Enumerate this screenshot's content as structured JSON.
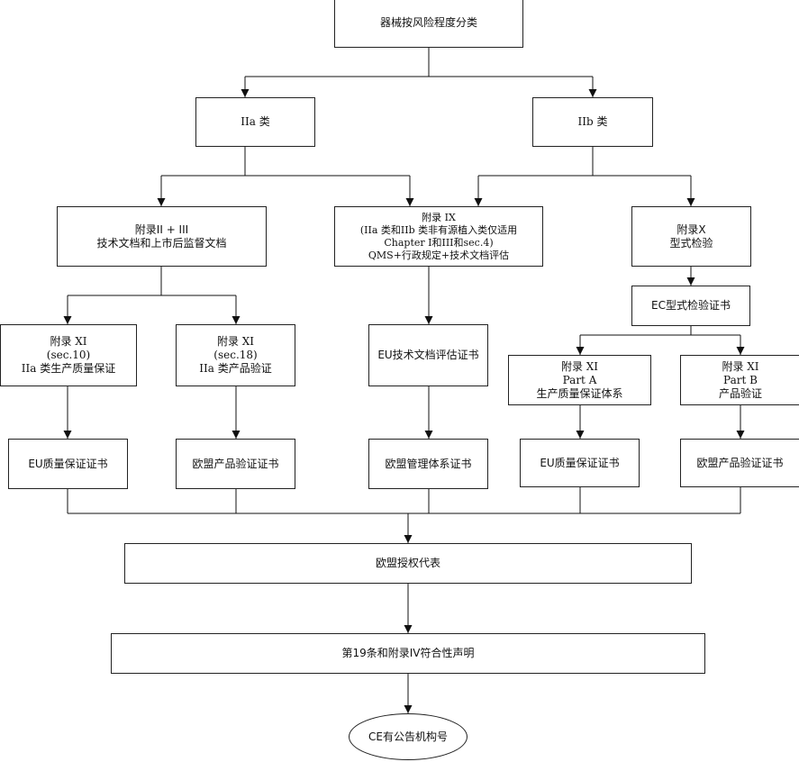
{
  "nodes": {
    "root": "器械按风险程度分类",
    "iia": "IIa 类",
    "iib": "IIb 类",
    "annex_2_3": {
      "line1": "附录II + III",
      "line2": "技术文档和上市后监督文档"
    },
    "annex_9": {
      "line1": "附录 IX",
      "line2": "(IIa 类和IIb 类非有源植入类仅适用",
      "line3": "Chapter I和III和sec.4)",
      "line4": "QMS+行政规定+技术文档评估"
    },
    "annex_10": {
      "line1": "附录X",
      "line2": "型式检验"
    },
    "ec_type_cert": "EC型式检验证书",
    "annex_11_sec10": {
      "line1": "附录 XI",
      "line2": "(sec.10)",
      "line3": "IIa 类生产质量保证"
    },
    "annex_11_sec18": {
      "line1": "附录 XI",
      "line2": "(sec.18)",
      "line3": "IIa 类产品验证"
    },
    "eu_tech_doc_cert": "EU技术文档评估证书",
    "annex_11_part_a": {
      "line1": "附录  XI",
      "line2": "Part A",
      "line3": "生产质量保证体系"
    },
    "annex_11_part_b": {
      "line1": "附录  XI",
      "line2": "Part B",
      "line3": "产品验证"
    },
    "eu_qa_cert_left": "EU质量保证证书",
    "eu_product_cert_left": "欧盟产品验证证书",
    "eu_mgmt_system_cert": "欧盟管理体系证书",
    "eu_qa_cert_right": "EU质量保证证书",
    "eu_product_cert_right": "欧盟产品验证证书",
    "authorized_rep": "欧盟授权代表",
    "declaration": "第19条和附录IV符合性声明",
    "ce_mark": "CE有公告机构号"
  }
}
